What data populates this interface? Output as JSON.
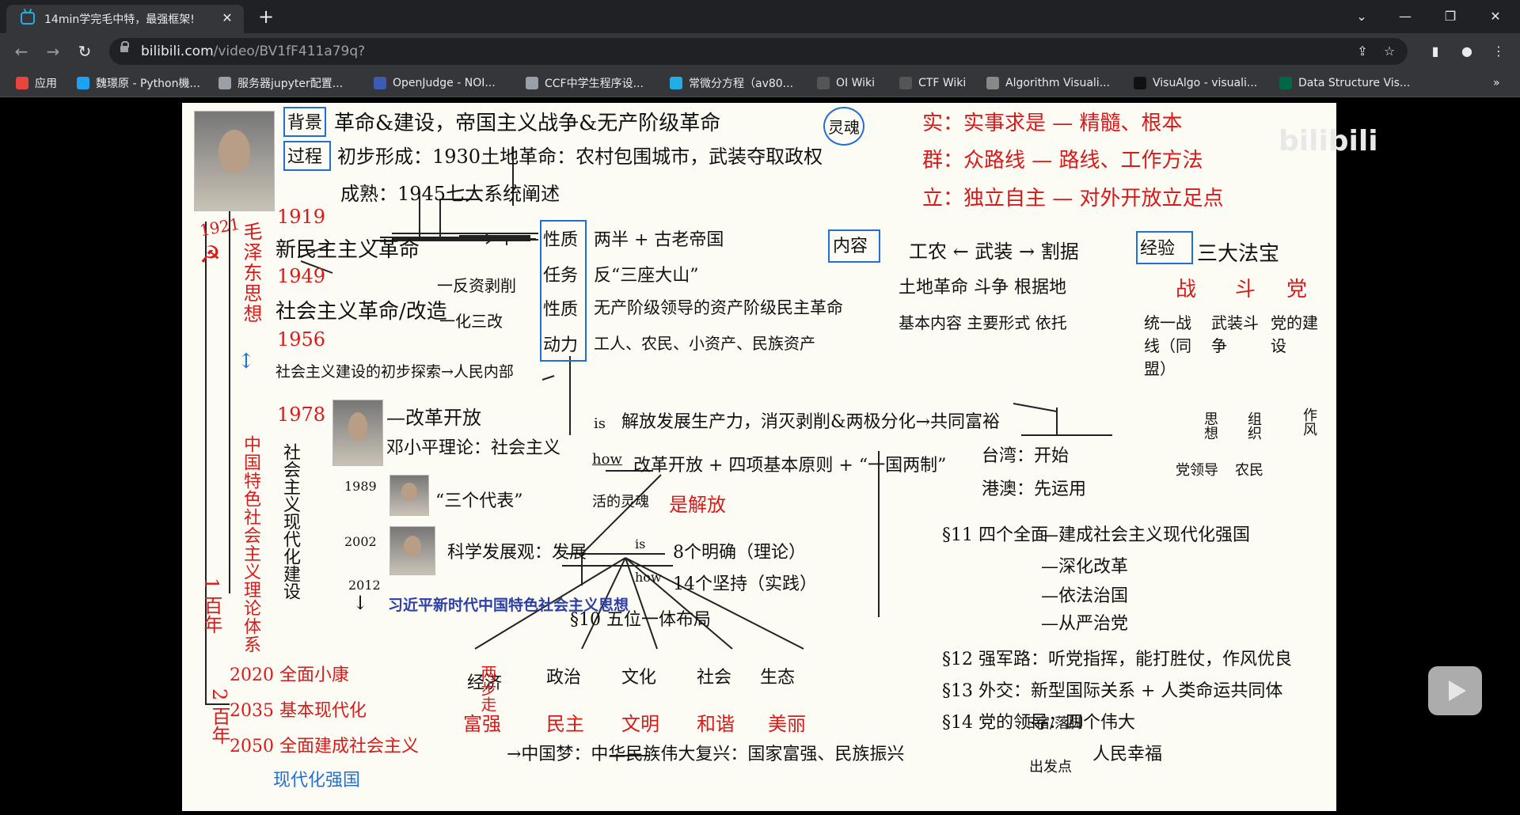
{
  "tab": {
    "title": "14min学完毛中特，最强框架!",
    "close": "✕",
    "new_tab": "+"
  },
  "window_controls": {
    "tab_search": "⌄",
    "minimize": "—",
    "restore": "❐",
    "close": "✕"
  },
  "toolbar": {
    "back": "←",
    "forward": "→",
    "reload": "↻",
    "url_host": "bilibili.com",
    "url_path": "/video/BV1fF411a79q?"
  },
  "bookmarks": [
    {
      "label": "应用",
      "icon": "apps-grid-icon",
      "color": "#e8453c"
    },
    {
      "label": "魏璟原 - Python機...",
      "icon": "bird-icon",
      "color": "#1da1f2"
    },
    {
      "label": "服务器jupyter配置...",
      "icon": "lambda-icon",
      "color": "#9aa0a6"
    },
    {
      "label": "OpenJudge - NOI...",
      "icon": "poj-icon",
      "color": "#3b5bb5"
    },
    {
      "label": "CCF中学生程序设...",
      "icon": "globe-icon",
      "color": "#9aa0a6"
    },
    {
      "label": "常微分方程（av80...",
      "icon": "bilibili-icon",
      "color": "#23ade5"
    },
    {
      "label": "OI Wiki",
      "icon": "graduation-icon",
      "color": "#555"
    },
    {
      "label": "CTF Wiki",
      "icon": "shield-icon",
      "color": "#555"
    },
    {
      "label": "Algorithm Visuali...",
      "icon": "page-icon",
      "color": "#888"
    },
    {
      "label": "VisuAlgo - visuali...",
      "icon": "visualgo-icon",
      "color": "#111"
    },
    {
      "label": "Data Structure Vis...",
      "icon": "usf-icon",
      "color": "#006747"
    }
  ],
  "bookmarks_more": "»",
  "board": {
    "bg_label": "背景",
    "bg_text": "革命&建设，帝国主义战争&无产阶级革命",
    "process_label": "过程",
    "process_1": "初步形成：1930土地革命：农村包围城市，武装夺取政权",
    "process_2": "成熟：1945七大系统阐述",
    "soul": "灵魂",
    "soul_1": "实：实事求是 — 精髓、根本",
    "soul_2": "群：众路线 — 路线、工作方法",
    "soul_3": "立：独立自主 — 对外开放立足点",
    "y1921": "1921",
    "y1919": "1919",
    "new_dem": "新民主主义革命",
    "y1949": "1949",
    "socialist": "社会主义革命/改造",
    "fanfu": "一反资剥削",
    "huasan": "一化三改",
    "y1956": "1956",
    "explore": "社会主义建设的初步探索→人民内部",
    "mao_vertical": "毛泽东思想",
    "ch_vertical": "中国特色社会主义理论体系",
    "soc_mod": "社会主义现代化建设",
    "nature_label": "性质",
    "nature": "两半 + 古老帝国",
    "task_label": "任务",
    "task": "反“三座大山”",
    "char_label": "性质",
    "char": "无产阶级领导的资产阶级民主革命",
    "power_label": "动力",
    "power": "工人、农民、小资产、民族资产",
    "content_label": "内容",
    "content_top": "工农 ← 武装 → 割据",
    "content_mid": "土地革命   斗争   根据地",
    "content_bot": "基本内容   主要形式   依托",
    "exp_label": "经验",
    "exp_title": "三大法宝",
    "exp_zhan": "战",
    "exp_dou": "斗",
    "exp_dang": "党",
    "exp_1": "统一战线（同盟）",
    "exp_2": "武装斗争",
    "exp_3": "党的建设",
    "exp_sub1": "思想",
    "exp_sub2": "组织",
    "exp_sub3": "作风",
    "exp_sub4": "党领导",
    "exp_sub5": "农民",
    "y1978": "1978",
    "reform": "—改革开放",
    "deng": "邓小平理论：社会主义",
    "is_label": "is",
    "is_text": "解放发展生产力，消灭剥削&两极分化→共同富裕",
    "how_label": "how",
    "how_text": "改革开放 + 四项基本原则 + “一国两制”",
    "tw": "台湾：开始",
    "gangao": "港澳：先运用",
    "soul2": "活的灵魂",
    "jiefang": "是解放",
    "y1989": "1989",
    "sange": "“三个代表”",
    "y2002": "2002",
    "kexue": "科学发展观：发展",
    "y2012": "2012",
    "xi": "习近平新时代中国特色社会主义思想",
    "is2": "is",
    "ming": "8个明确（理论）",
    "how2": "how",
    "jian": "14个坚持（实践）",
    "wuwei": "§10 五位一体布局",
    "jingji": "经济",
    "zhengzhi": "政治",
    "wenhua": "文化",
    "shehui": "社会",
    "shengtai": "生态",
    "fuqiang": "富强",
    "minzhu": "民主",
    "wenming": "文明",
    "hexie": "和谐",
    "meili": "美丽",
    "sige": "§11 四个全面",
    "q1": "—建成社会主义现代化强国",
    "q2": "—深化改革",
    "q3": "—依法治国",
    "q4": "—从严治党",
    "s12": "§12 强军路：听党指挥，能打胜仗，作风优良",
    "s13": "§13 外交：新型国际关系 + 人类命运共同体",
    "s14": "§14 党的领导：四个伟大",
    "y2020": "2020 全面小康",
    "y2035": "2035 基本现代化",
    "y2050": "2050 全面建成社会主义",
    "modern": "现代化强国",
    "liangbu": "两步走",
    "bainian1": "1 百年",
    "bainian2": "2 百年",
    "dream": "→中国梦：中华民族伟大复兴：国家富强、民族振兴",
    "renmin": "人民幸福",
    "guiyi": "归宿/落脚",
    "chufa": "出发点"
  },
  "watermark": "bilibili",
  "colors": {
    "red": "#d71a1a",
    "blue": "#1f6fd4"
  }
}
